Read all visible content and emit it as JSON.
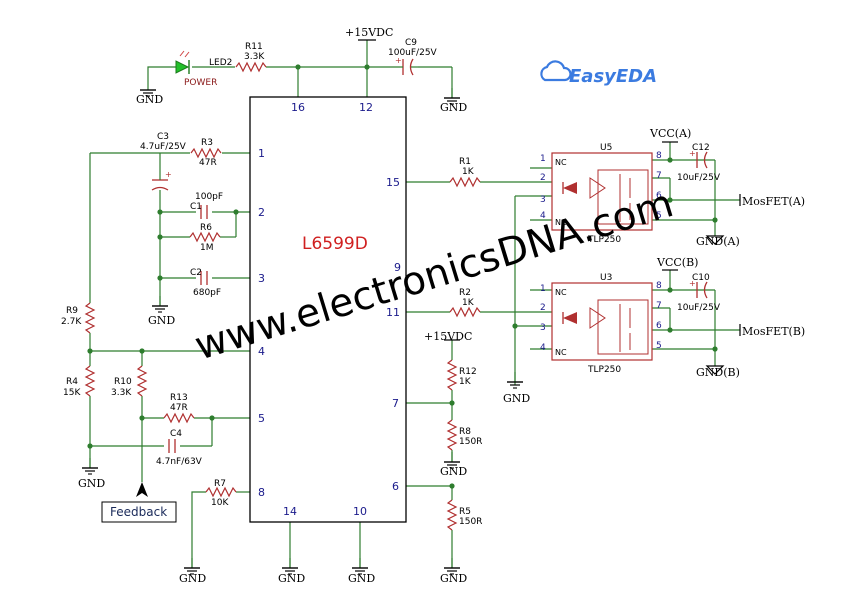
{
  "brand": {
    "name": "EasyEDA"
  },
  "watermark": "www.electronicsDNA.com",
  "colors": {
    "wire": "#2e7d2e",
    "label": "#8b1a1a",
    "part": "#b03030",
    "pin": "#1a1a8b",
    "ic": "#000000",
    "brand": "#3b7be0",
    "ic_title": "#d02020"
  },
  "main_ic": {
    "name": "L6599D"
  },
  "pins": [
    "1",
    "2",
    "3",
    "4",
    "5",
    "8",
    "16",
    "12",
    "15",
    "11",
    "7",
    "6",
    "14",
    "10",
    "9"
  ],
  "power": {
    "gnd": "GND",
    "vcc15": "+15VDC"
  },
  "led": {
    "ref": "LED2",
    "label": "POWER"
  },
  "resistors": [
    {
      "ref": "R11",
      "value": "3.3K"
    },
    {
      "ref": "R3",
      "value": "47R"
    },
    {
      "ref": "R6",
      "value": "1M"
    },
    {
      "ref": "R9",
      "value": "2.7K"
    },
    {
      "ref": "R4",
      "value": "15K"
    },
    {
      "ref": "R10",
      "value": "3.3K"
    },
    {
      "ref": "R13",
      "value": "47R"
    },
    {
      "ref": "R7",
      "value": "10K"
    },
    {
      "ref": "R1",
      "value": "1K"
    },
    {
      "ref": "R2",
      "value": "1K"
    },
    {
      "ref": "R12",
      "value": "1K"
    },
    {
      "ref": "R8",
      "value": "150R"
    },
    {
      "ref": "R5",
      "value": "150R"
    }
  ],
  "capacitors": [
    {
      "ref": "C9",
      "value": "100uF/25V"
    },
    {
      "ref": "C3",
      "value": "4.7uF/25V"
    },
    {
      "ref": "C1",
      "value": "100pF"
    },
    {
      "ref": "C2",
      "value": "680pF"
    },
    {
      "ref": "C4",
      "value": "4.7nF/63V"
    },
    {
      "ref": "C12",
      "value": "10uF/25V"
    },
    {
      "ref": "C10",
      "value": "10uF/25V"
    }
  ],
  "opto": [
    {
      "ref": "U5",
      "part": "TLP250",
      "vcc": "VCC(A)",
      "gnd": "GND(A)",
      "out": "MosFET(A)"
    },
    {
      "ref": "U3",
      "part": "TLP250",
      "vcc": "VCC(B)",
      "gnd": "GND(B)",
      "out": "MosFET(B)"
    }
  ],
  "opto_pins": {
    "nc": "NC",
    "left": [
      "1",
      "2",
      "3",
      "4"
    ],
    "right": [
      "8",
      "7",
      "6",
      "5"
    ]
  },
  "feedback_label": "Feedback"
}
